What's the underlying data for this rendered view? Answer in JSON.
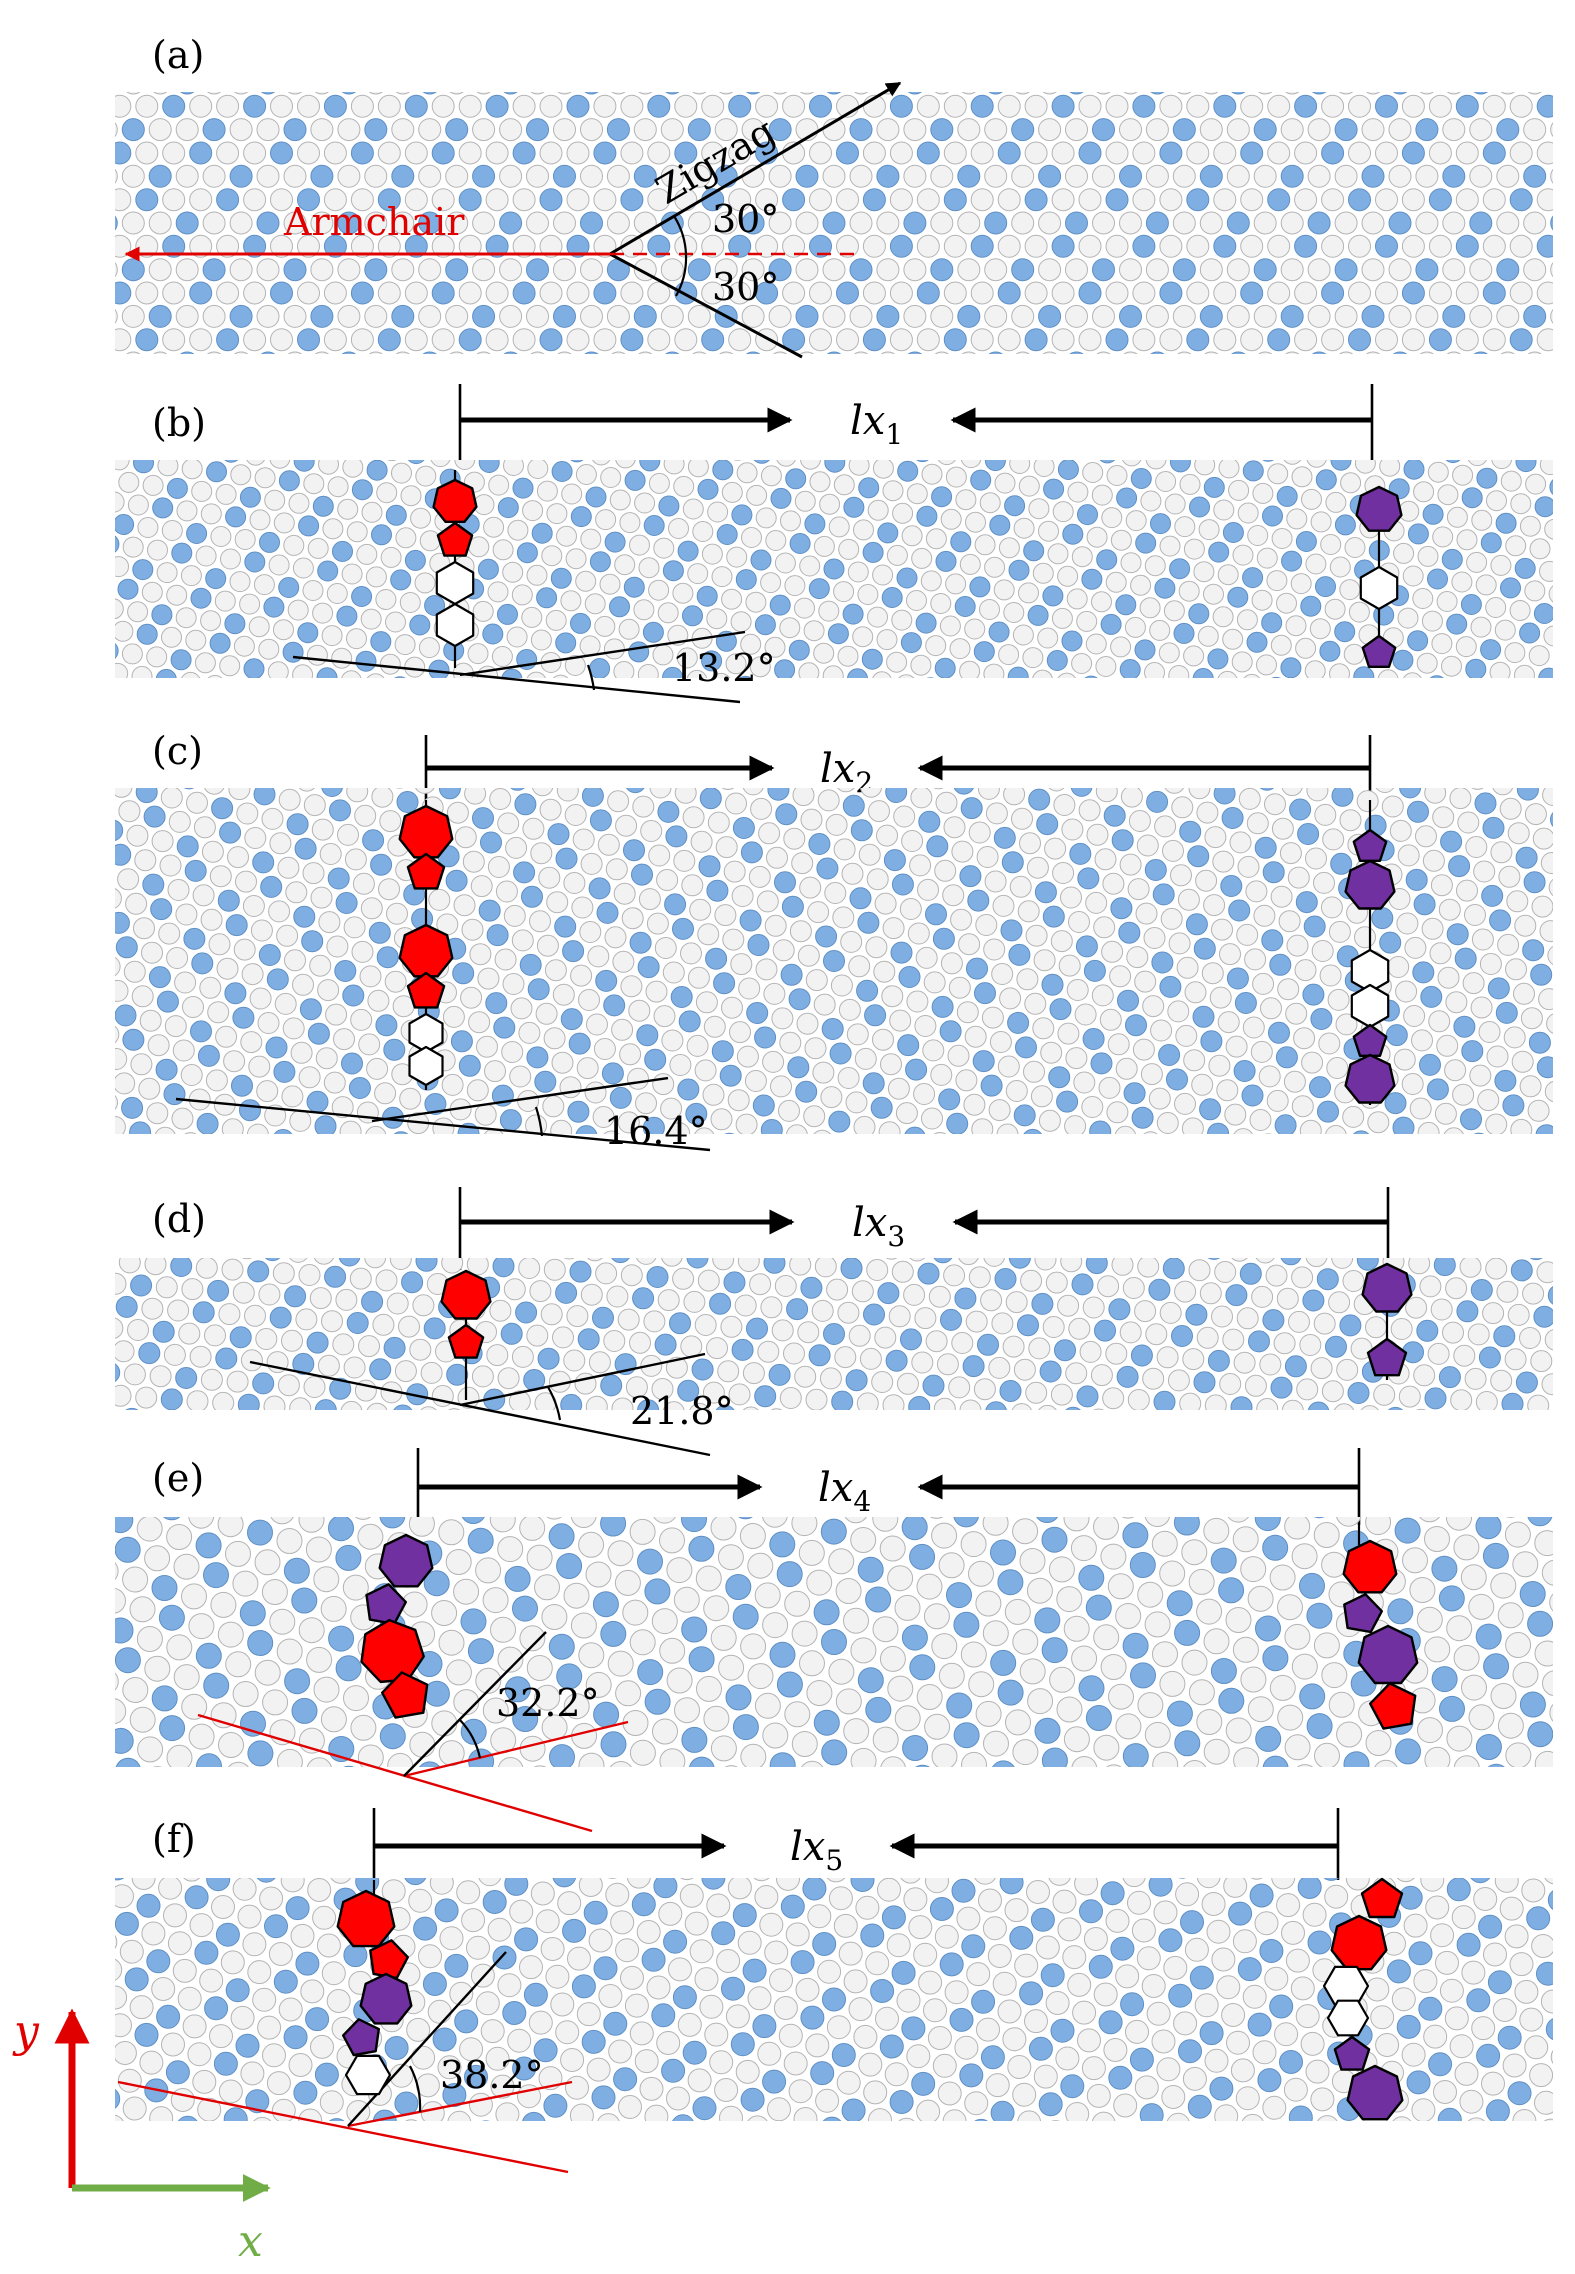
{
  "panels": [
    {
      "label": "(a)",
      "direction_labels": {
        "zigzag": "Zigzag",
        "armchair": "Armchair"
      },
      "angles": [
        "30°",
        "30°"
      ],
      "colors": {
        "armchair": "#e00000"
      }
    },
    {
      "label": "(b)",
      "spacing_label": {
        "var": "lx",
        "sub": "1"
      },
      "angle": "13.2°",
      "left_defects": [
        "heptagon-red",
        "pentagon-red",
        "hexagon",
        "hexagon"
      ],
      "right_defects": [
        "heptagon-purple",
        "hexagon",
        "pentagon-purple"
      ]
    },
    {
      "label": "(c)",
      "spacing_label": {
        "var": "lx",
        "sub": "2"
      },
      "angle": "16.4°",
      "left_defects": [
        "heptagon-red",
        "pentagon-red",
        "heptagon-red",
        "pentagon-red",
        "hexagon",
        "hexagon"
      ],
      "right_defects": [
        "pentagon-purple",
        "heptagon-purple",
        "hexagon",
        "hexagon",
        "pentagon-purple",
        "heptagon-purple"
      ]
    },
    {
      "label": "(d)",
      "spacing_label": {
        "var": "lx",
        "sub": "3"
      },
      "angle": "21.8°",
      "left_defects": [
        "heptagon-red",
        "pentagon-red"
      ],
      "right_defects": [
        "heptagon-purple",
        "pentagon-purple"
      ]
    },
    {
      "label": "(e)",
      "spacing_label": {
        "var": "lx",
        "sub": "4"
      },
      "angle": "32.2°",
      "left_defects": [
        "heptagon-purple",
        "pentagon-purple",
        "heptagon-red",
        "pentagon-red"
      ],
      "right_defects": [
        "heptagon-red",
        "pentagon-purple",
        "heptagon-purple",
        "pentagon-red"
      ]
    },
    {
      "label": "(f)",
      "spacing_label": {
        "var": "lx",
        "sub": "5"
      },
      "angle": "38.2°",
      "left_defects": [
        "heptagon-red",
        "pentagon-red",
        "heptagon-purple",
        "pentagon-purple",
        "hexagon"
      ],
      "right_defects": [
        "pentagon-red",
        "heptagon-red",
        "hexagon",
        "hexagon",
        "pentagon-purple",
        "heptagon-purple"
      ]
    }
  ],
  "axes": {
    "x": "x",
    "y": "y",
    "x_color": "#70ad47",
    "y_color": "#e00000"
  },
  "colors": {
    "atom_blue": "#7fafe2",
    "atom_white": "#f2f2f2",
    "defect_red": "#ff0000",
    "defect_purple": "#7030a0",
    "grain_boundary_red": "#e00000"
  }
}
